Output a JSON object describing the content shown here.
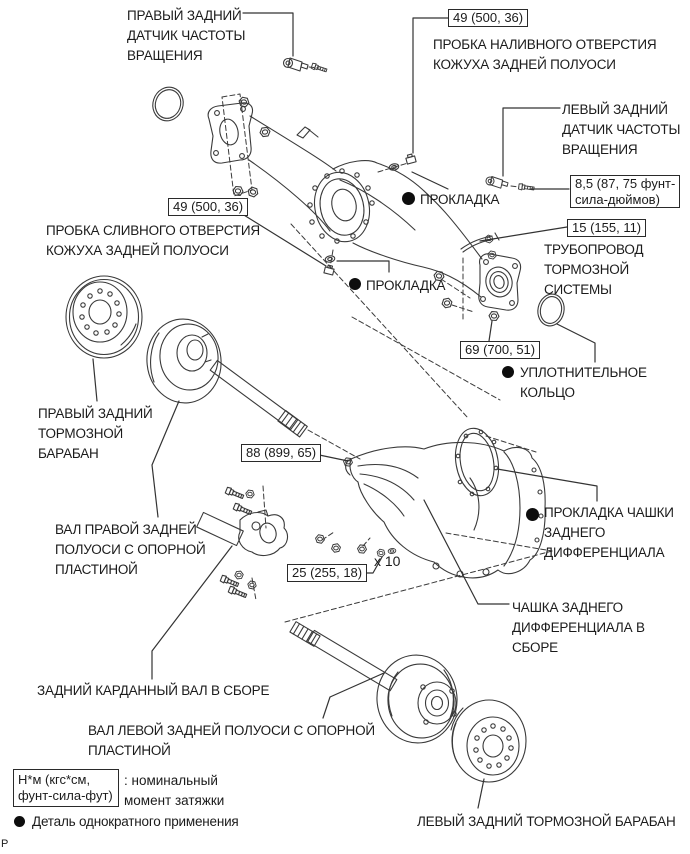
{
  "labels": {
    "right_sensor": {
      "text": "ПРАВЫЙ ЗАДНИЙ\nДАТЧИК ЧАСТОТЫ\nВРАЩЕНИЯ"
    },
    "fill_plug": {
      "text": "ПРОБКА НАЛИВНОГО ОТВЕРСТИЯ\nКОЖУХА ЗАДНЕЙ ПОЛУОСИ"
    },
    "left_sensor": {
      "text": "ЛЕВЫЙ ЗАДНИЙ\nДАТЧИК ЧАСТОТЫ\nВРАЩЕНИЯ"
    },
    "gasket_top": {
      "text": "ПРОКЛАДКА"
    },
    "brake_pipe": {
      "text": "ТРУБОПРОВОД\nТОРМОЗНОЙ\nСИСТЕМЫ"
    },
    "drain_plug": {
      "text": "ПРОБКА СЛИВНОГО ОТВЕРСТИЯ\nКОЖУХА ЗАДНЕЙ ПОЛУОСИ"
    },
    "gasket_bottom": {
      "text": "ПРОКЛАДКА"
    },
    "o_ring": {
      "text": "УПЛОТНИТЕЛЬНОЕ\nКОЛЬЦО"
    },
    "right_drum": {
      "text": "ПРАВЫЙ ЗАДНИЙ\nТОРМОЗНОЙ\nБАРАБАН"
    },
    "right_axle": {
      "text": "ВАЛ ПРАВОЙ ЗАДНЕЙ\nПОЛУОСИ С ОПОРНОЙ\nПЛАСТИНОЙ"
    },
    "diff_gasket": {
      "text": "ПРОКЛАДКА ЧАШКИ\nЗАДНЕГО\nДИФФЕРЕНЦИАЛА"
    },
    "diff_assembly": {
      "text": "ЧАШКА ЗАДНЕГО\nДИФФЕРЕНЦИАЛА В\nСБОРЕ"
    },
    "prop_shaft": {
      "text": "ЗАДНИЙ КАРДАННЫЙ ВАЛ В СБОРЕ"
    },
    "left_axle": {
      "text": "ВАЛ ЛЕВОЙ ЗАДНЕЙ ПОЛУОСИ С ОПОРНОЙ\nПЛАСТИНОЙ"
    },
    "left_drum": {
      "text": "ЛЕВЫЙ ЗАДНИЙ ТОРМОЗНОЙ БАРАБАН"
    }
  },
  "torques": {
    "fill_plug": "49 (500, 36)",
    "drain_plug": "49 (500, 36)",
    "sensor_bolt": "8,5 (87, 75 фунт-\nсила-дюймов)",
    "brake_pipe": "15 (155, 11)",
    "bearing_nut": "69 (700, 51)",
    "pinion_nut": "88 (899, 65)",
    "diff_nuts": "25 (255, 18)"
  },
  "notes": {
    "multiplier": "x 10",
    "corner_mark": "P"
  },
  "legend": {
    "units_box": "Н*м (кгс*см,\nфунт-сила-фут)",
    "units_desc": ": номинальный\nмомент затяжки",
    "single_use": "Деталь однократного применения"
  },
  "colors": {
    "ink": "#2a2a2a",
    "background": "#ffffff"
  }
}
